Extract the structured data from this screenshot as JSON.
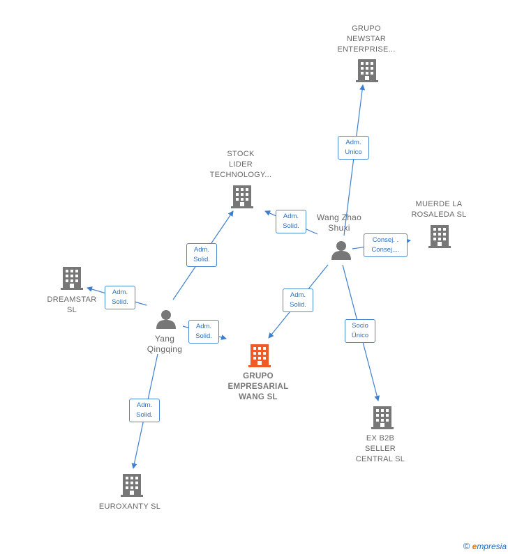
{
  "colors": {
    "company": "#777777",
    "main_company": "#f05a28",
    "person": "#777777",
    "edge": "#3d7fcf"
  },
  "nodes": {
    "grupo_newstar": "GRUPO\nNEWSTAR\nENTERPRISE...",
    "stock_lider": "STOCK\nLIDER\nTECHNOLOGY...",
    "muerde": "MUERDE LA\nROSALEDA  SL",
    "dreamstar": "DREAMSTAR\nSL",
    "grupo_wang": "GRUPO\nEMPRESARIAL\nWANG  SL",
    "ex_b2b": "EX B2B\nSELLER\nCENTRAL  SL",
    "euroxanty": "EUROXANTY SL",
    "wang": "Wang Zhao\nShuxi",
    "yang": "Yang\nQingqing"
  },
  "edges": {
    "wang_newstar": "Adm.\nUnico",
    "wang_stock": "Adm.\nSolid.",
    "wang_muerde": "Consej. .\nConsej....",
    "wang_grupo": "Adm.\nSolid.",
    "wang_exb2b": "Socio\nÚnico",
    "yang_stock": "Adm.\nSolid.",
    "yang_dreamstar": "Adm.\nSolid.",
    "yang_grupo": "Adm.\nSolid.",
    "yang_euroxanty": "Adm.\nSolid."
  },
  "footer": {
    "copyright": "©",
    "brand_e": "e",
    "brand_rest": "mpresia"
  }
}
